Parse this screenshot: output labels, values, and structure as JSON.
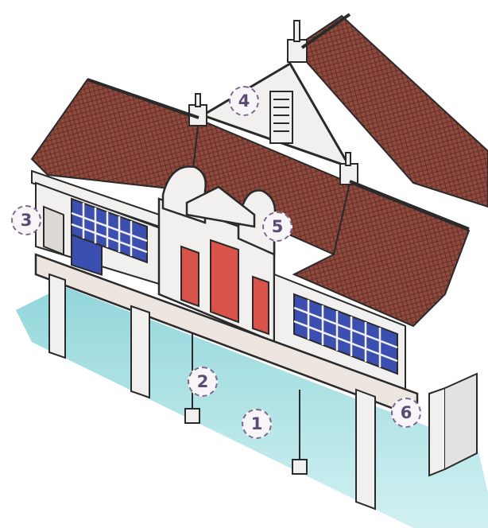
{
  "colors": {
    "roof": "#8e4a3e",
    "roof_dark": "#6e3229",
    "wall": "#f2f0ee",
    "outline": "#2a2a2a",
    "window_glass": "#3a4fb0",
    "red_panel": "#d9534a",
    "water": "#a6dde0",
    "marker_border": "#7a6a8e",
    "marker_text": "#5b4b73"
  },
  "markers": [
    {
      "id": "1",
      "label": "1"
    },
    {
      "id": "2",
      "label": "2"
    },
    {
      "id": "3",
      "label": "3"
    },
    {
      "id": "4",
      "label": "4"
    },
    {
      "id": "5",
      "label": "5"
    },
    {
      "id": "6",
      "label": "6"
    }
  ]
}
